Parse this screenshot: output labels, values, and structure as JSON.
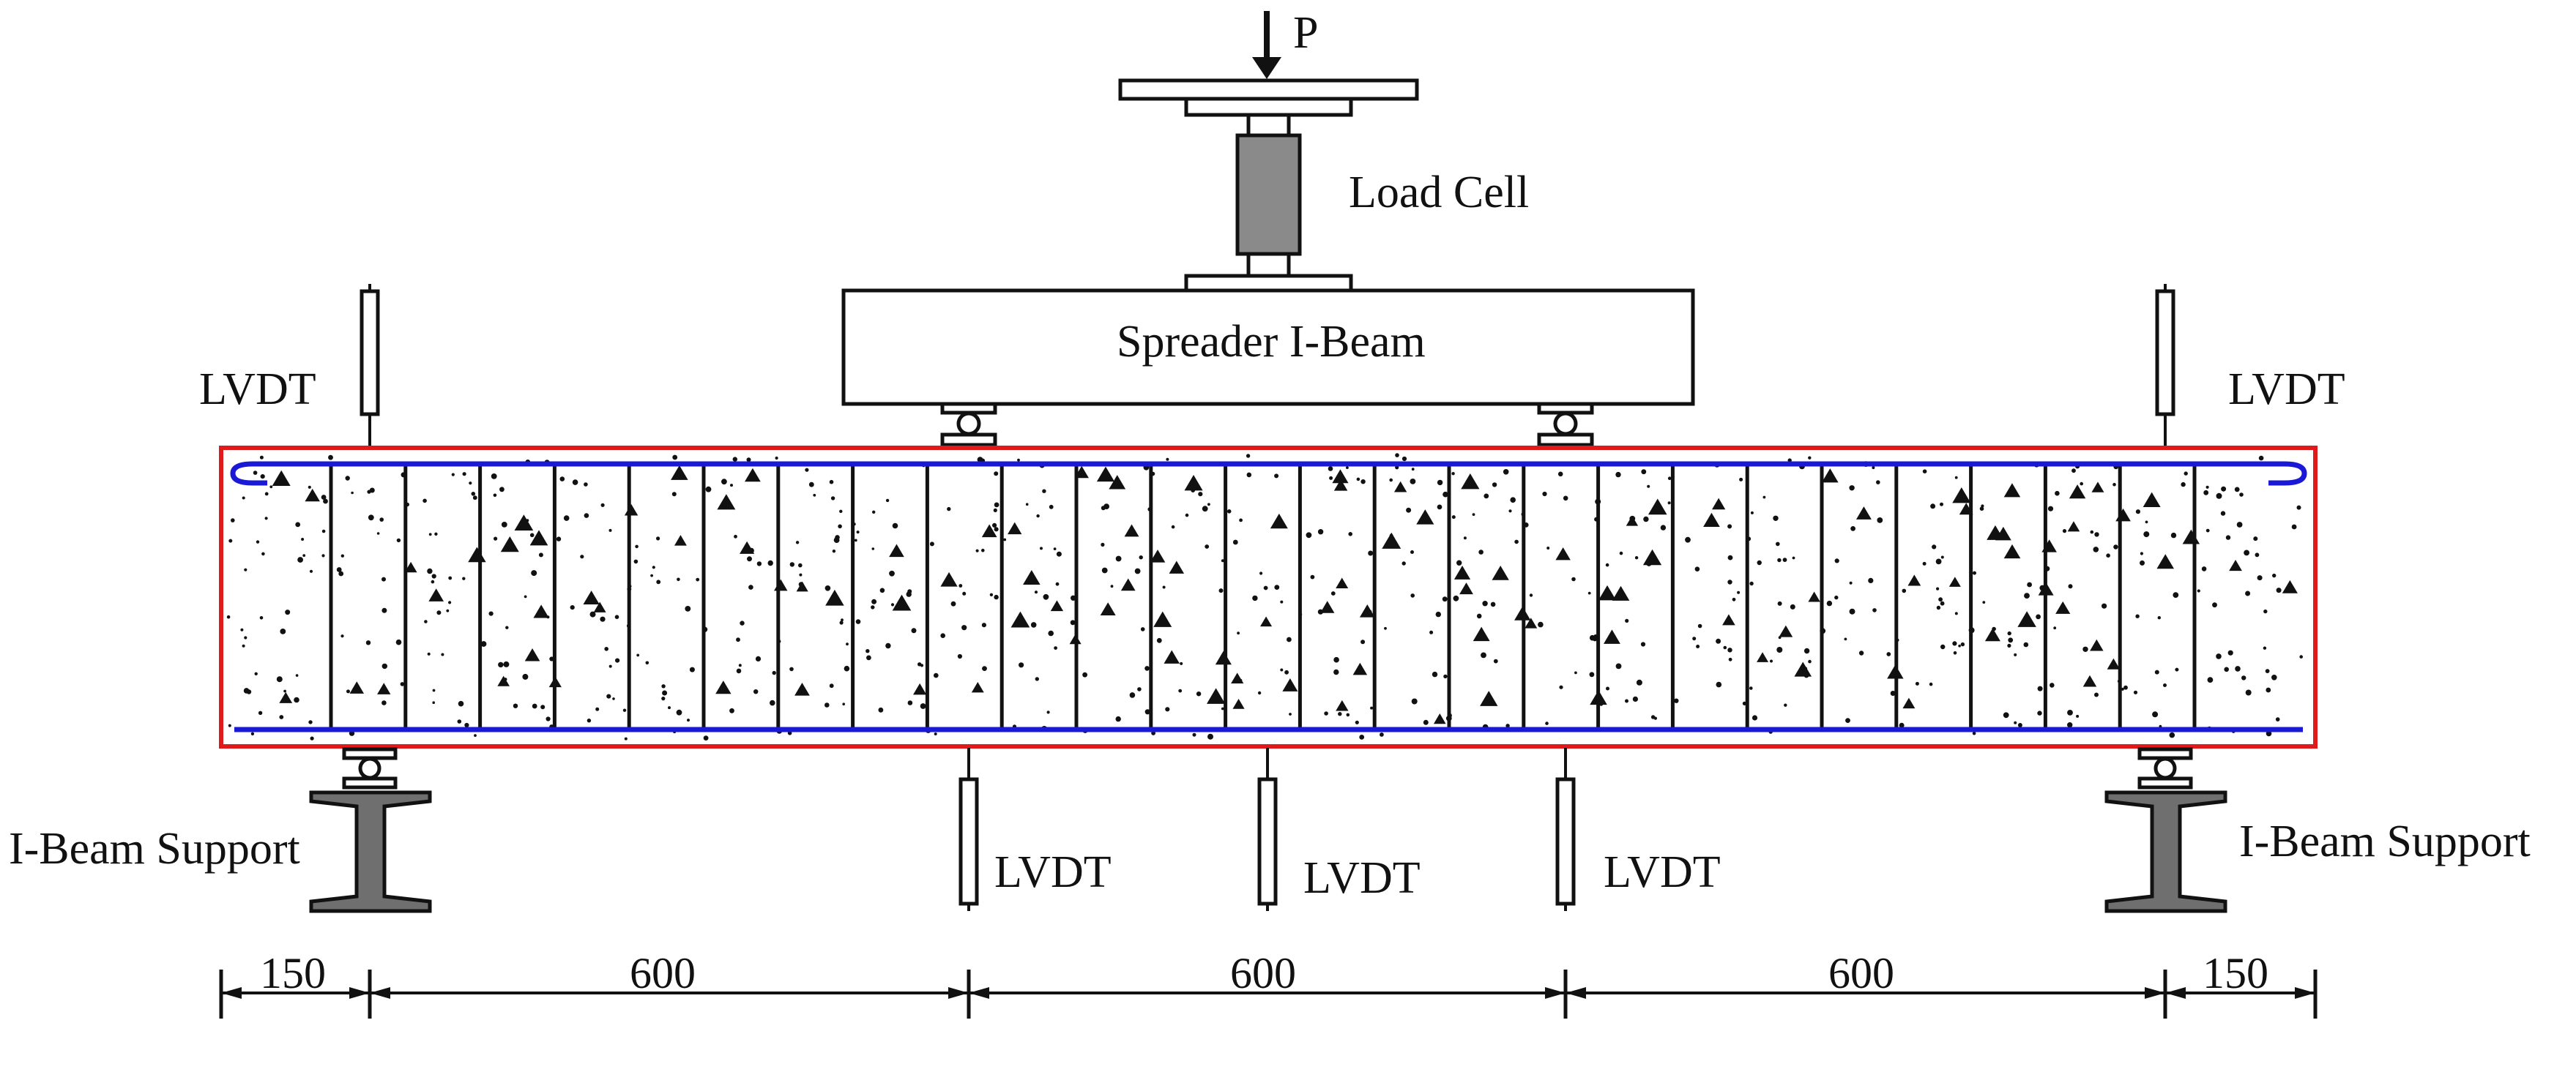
{
  "labels": {
    "load": "P",
    "load_cell": "Load Cell",
    "spreader": "Spreader I-Beam",
    "lvdt": "LVDT",
    "support": "I-Beam Support"
  },
  "dimensions": {
    "left_overhang": "150",
    "span_1": "600",
    "span_2": "600",
    "span_3": "600",
    "right_overhang": "150"
  },
  "colors": {
    "beam_outline": "#e0191b",
    "reinforcement": "#1a1ad6",
    "load_cell": "#8a8a8a",
    "support": "#6f6f6f",
    "ink": "#111111"
  }
}
